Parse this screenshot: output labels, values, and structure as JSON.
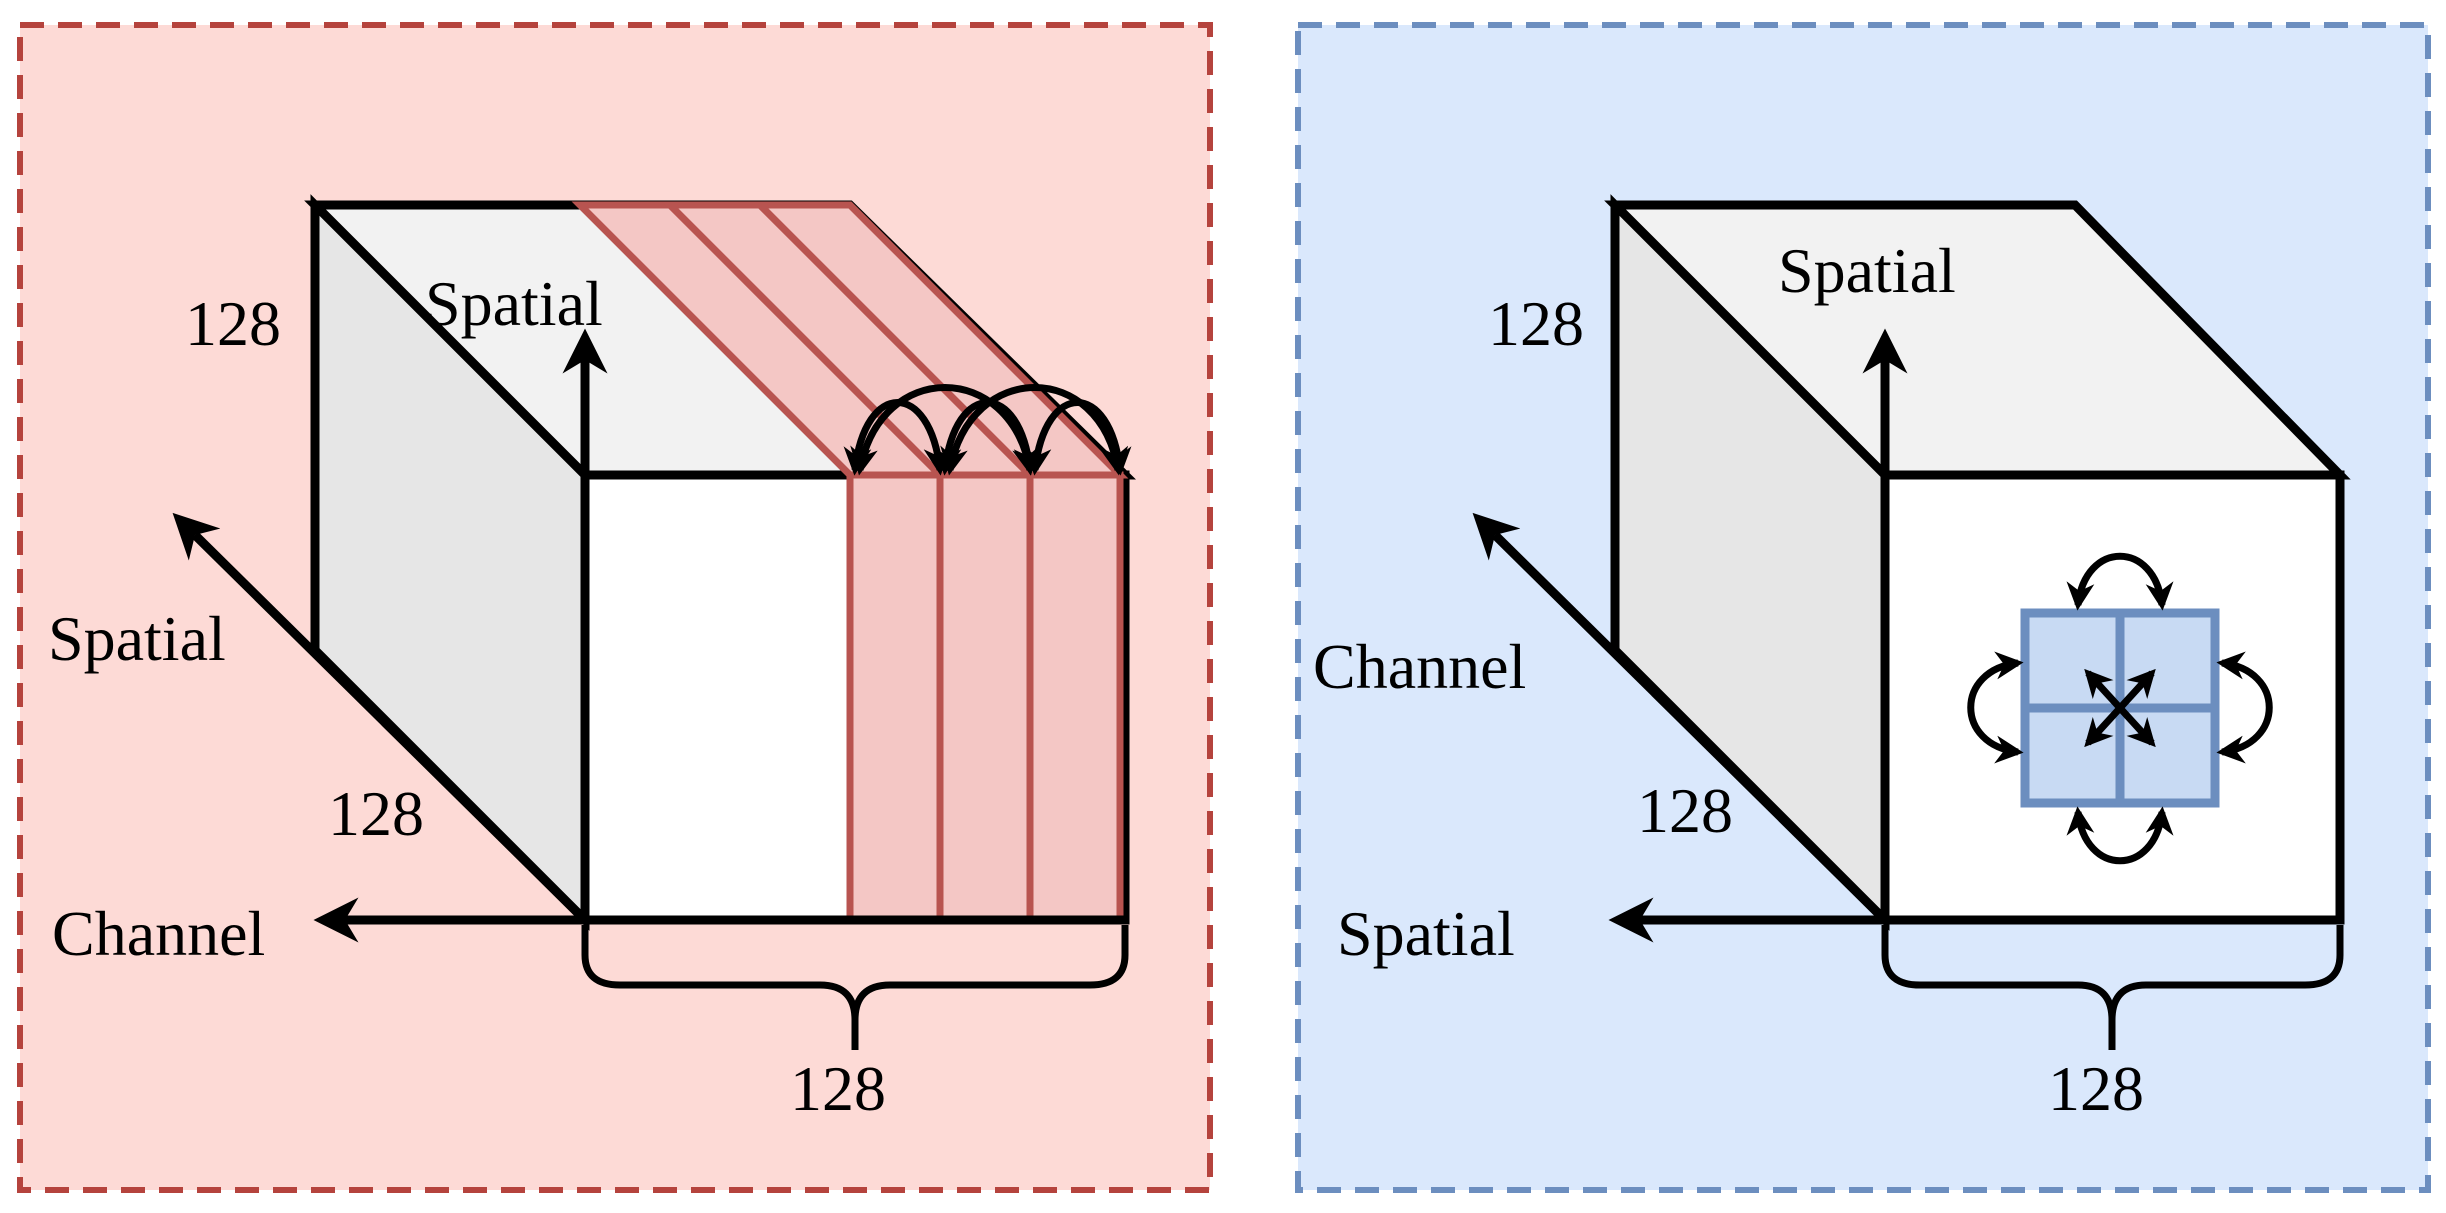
{
  "colors": {
    "left_panel_bg": "#fddad6",
    "left_panel_border": "#b5433d",
    "right_panel_bg": "#dae8fc",
    "right_panel_border": "#6c8ebf",
    "cube_top": "#f2f2f2",
    "cube_side": "#e6e6e6",
    "cube_front": "#ffffff",
    "stripe_fill": "#f4c7c5",
    "stripe_stroke": "#b85450",
    "grid_fill": "#c8daf3",
    "grid_stroke": "#6c8ebf"
  },
  "left_panel": {
    "label_depth": "128",
    "label_up_axis": "Spatial",
    "label_diag_axis": "Spatial",
    "label_diag_size": "128",
    "label_left_axis": "Channel",
    "label_brace": "128"
  },
  "right_panel": {
    "label_depth": "128",
    "label_up_axis": "Spatial",
    "label_diag_axis": "Channel",
    "label_diag_size": "128",
    "label_left_axis": "Spatial",
    "label_brace": "128"
  }
}
